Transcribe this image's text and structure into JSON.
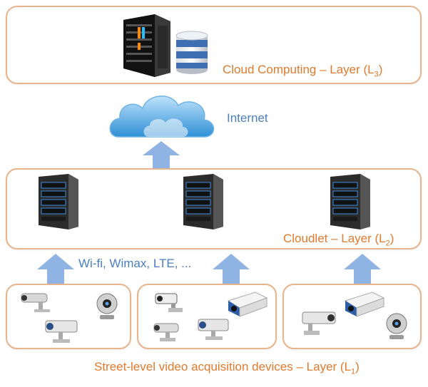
{
  "cloud_layer": {
    "label": "Cloud Computing – Layer (L",
    "sub": "3",
    "close": ")"
  },
  "cloudlet_layer": {
    "label": "Cloudlet – Layer (L",
    "sub": "2",
    "close": ")"
  },
  "device_layer": {
    "label": "Street-level video acquisition devices – Layer (L",
    "sub": "1",
    "close": ")"
  },
  "internet_label": "Internet",
  "wireless_label": "Wi-fi, Wimax, LTE, ...",
  "colors": {
    "border": "#e8b48d",
    "layer_text": "#e07a2d",
    "link_text": "#4a7fc1",
    "arrow": "#8fb4e3"
  }
}
